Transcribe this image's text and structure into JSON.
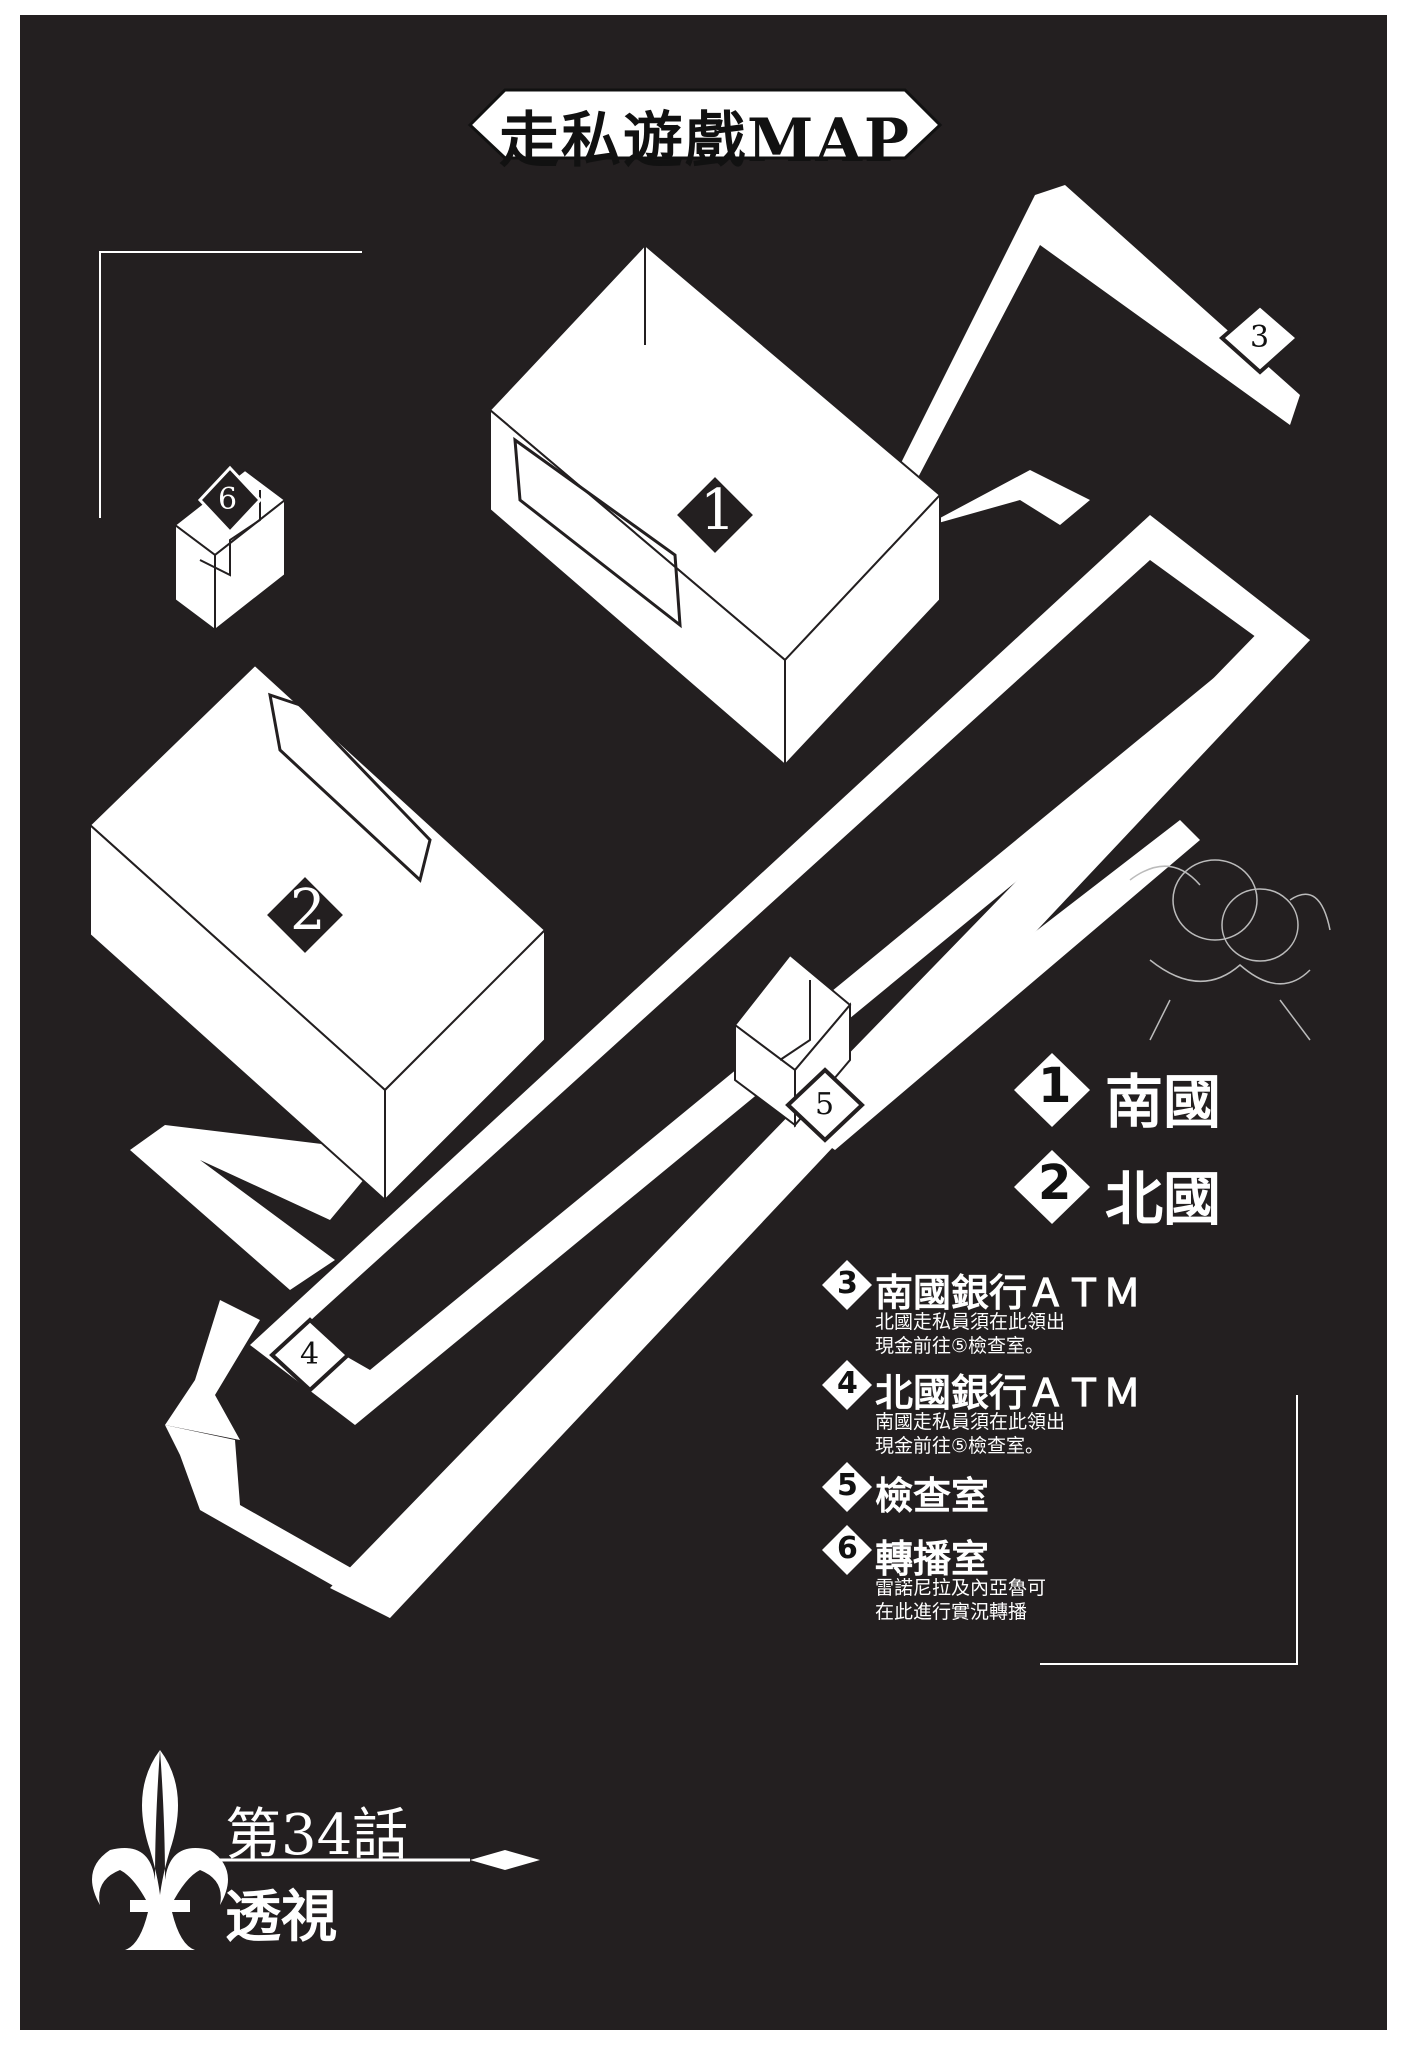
{
  "map": {
    "title": "走私遊戲MAP",
    "colors": {
      "background": "#231f20",
      "path": "#ffffff",
      "ink": "#111111"
    },
    "markers": [
      {
        "id": "1",
        "label": "1"
      },
      {
        "id": "2",
        "label": "2"
      },
      {
        "id": "3",
        "label": "3"
      },
      {
        "id": "4",
        "label": "4"
      },
      {
        "id": "5",
        "label": "5"
      },
      {
        "id": "6",
        "label": "6"
      }
    ],
    "icons": [
      "cherub-illustration",
      "fleur-de-lis-icon"
    ]
  },
  "legend": {
    "item1": {
      "num": "1",
      "name": "南國"
    },
    "item2": {
      "num": "2",
      "name": "北國"
    },
    "item3": {
      "num": "3",
      "name": "南國銀行ＡＴＭ",
      "desc1": "北國走私員須在此領出",
      "desc2": "現金前往⑤檢查室。"
    },
    "item4": {
      "num": "4",
      "name": "北國銀行ＡＴＭ",
      "desc1": "南國走私員須在此領出",
      "desc2": "現金前往⑤檢查室。"
    },
    "item5": {
      "num": "5",
      "name": "檢查室"
    },
    "item6": {
      "num": "6",
      "name": "轉播室",
      "desc1": "雷諾尼拉及內亞魯可",
      "desc2": "在此進行實況轉播"
    }
  },
  "chapter": {
    "number": "第34話",
    "title": "透視"
  }
}
